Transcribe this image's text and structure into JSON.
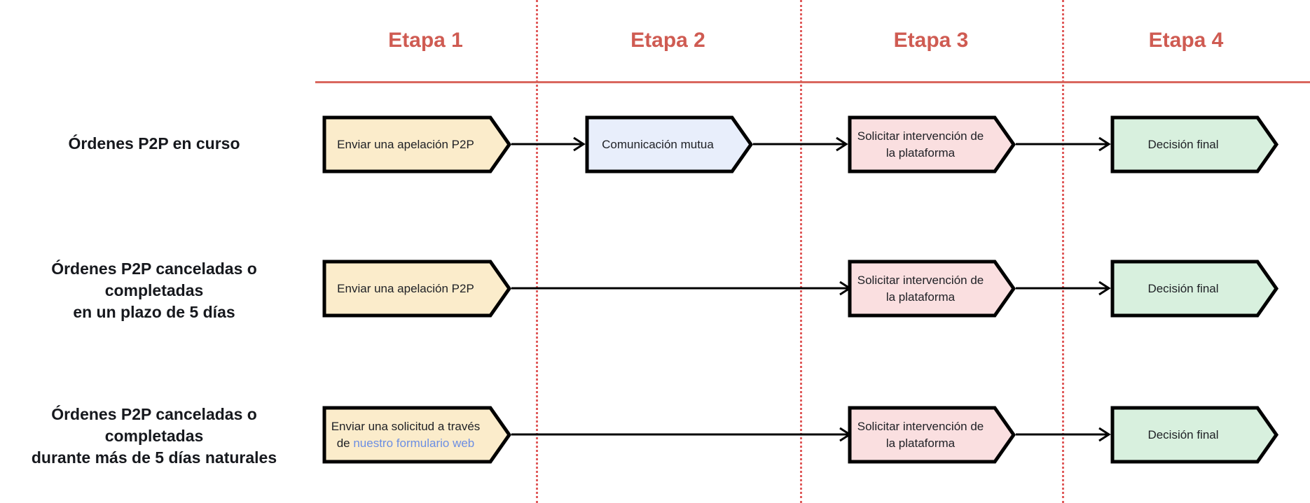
{
  "diagram": {
    "title_row": {
      "stages": [
        {
          "label": "Etapa 1"
        },
        {
          "label": "Etapa 2"
        },
        {
          "label": "Etapa 3"
        },
        {
          "label": "Etapa 4"
        }
      ]
    },
    "rows": [
      {
        "label": "Órdenes P2P en curso",
        "nodes": [
          {
            "stage": 1,
            "text": "Enviar una apelación P2P",
            "fill": "#fbeccb"
          },
          {
            "stage": 2,
            "text": "Comunicación mutua",
            "fill": "#e8eefb"
          },
          {
            "stage": 3,
            "text": "Solicitar intervención de la plataforma",
            "fill": "#fadfe0"
          },
          {
            "stage": 4,
            "text": "Decisión final",
            "fill": "#d8f0de"
          }
        ]
      },
      {
        "label": "Órdenes P2P canceladas o completadas en un plazo de 5 días",
        "label_line1": "Órdenes P2P canceladas o completadas",
        "label_line2": "en un plazo de 5 días",
        "nodes": [
          {
            "stage": 1,
            "text": "Enviar una apelación P2P",
            "fill": "#fbeccb"
          },
          {
            "stage": 3,
            "text": "Solicitar intervención de la plataforma",
            "fill": "#fadfe0"
          },
          {
            "stage": 4,
            "text": "Decisión final",
            "fill": "#d8f0de"
          }
        ]
      },
      {
        "label": "Órdenes P2P canceladas o completadas durante más de 5 días naturales",
        "label_line1": "Órdenes P2P canceladas o completadas",
        "label_line2": "durante más de 5 días naturales",
        "nodes": [
          {
            "stage": 1,
            "text_prefix": "Enviar una solicitud a través de ",
            "link_text": "nuestro formulario web",
            "fill": "#fbeccb"
          },
          {
            "stage": 3,
            "text": "Solicitar intervención de la plataforma",
            "fill": "#fadfe0"
          },
          {
            "stage": 4,
            "text": "Decisión final",
            "fill": "#d8f0de"
          }
        ]
      }
    ],
    "node_text": {
      "enviar_apelacion": "Enviar una apelación P2P",
      "comunicacion_mutua": "Comunicación mutua",
      "solicitar_l1": "Solicitar intervención de",
      "solicitar_l2": "la plataforma",
      "decision_final": "Decisión final",
      "enviar_solicitud_l1": "Enviar una solicitud a través",
      "enviar_solicitud_l2_prefix": "de ",
      "enviar_solicitud_link": "nuestro formulario web"
    },
    "colors": {
      "accent": "#cf5b52",
      "divider": "#e05c5c",
      "rule": "#d9675e",
      "yellow_fill": "#fbeccb",
      "blue_fill": "#e8eefb",
      "pink_fill": "#fadfe0",
      "green_fill": "#d8f0de",
      "stroke": "#000000",
      "link": "#6c8ee3",
      "label_text": "#16181d"
    }
  }
}
